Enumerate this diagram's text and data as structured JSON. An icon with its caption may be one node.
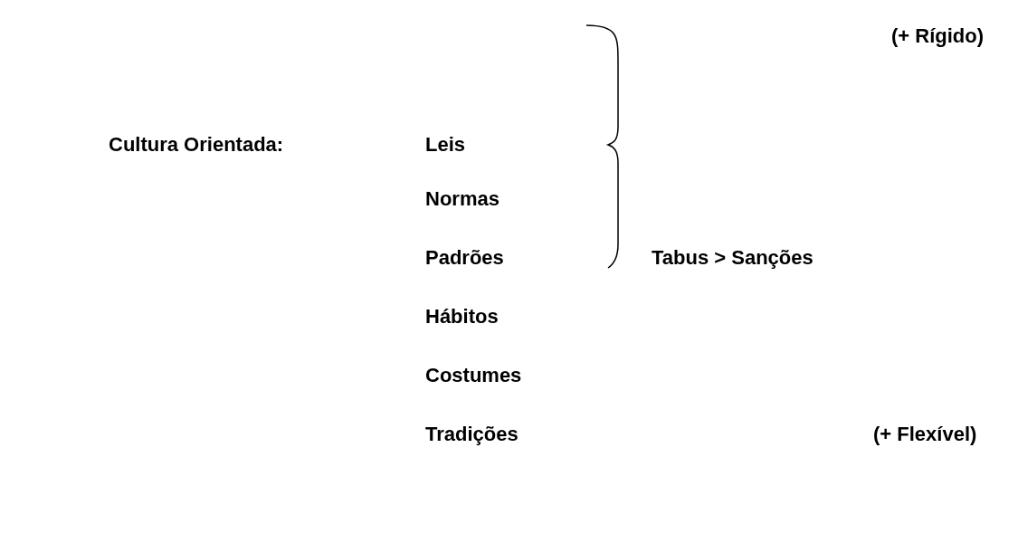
{
  "diagram": {
    "labels": [
      "(+ Rígido)",
      "Cultura Orientada:",
      "Leis",
      "Normas",
      "Padrões",
      "Tabus > Sanções",
      "Hábitos",
      "Costumes",
      "Tradições",
      "(+ Flexível)"
    ]
  }
}
